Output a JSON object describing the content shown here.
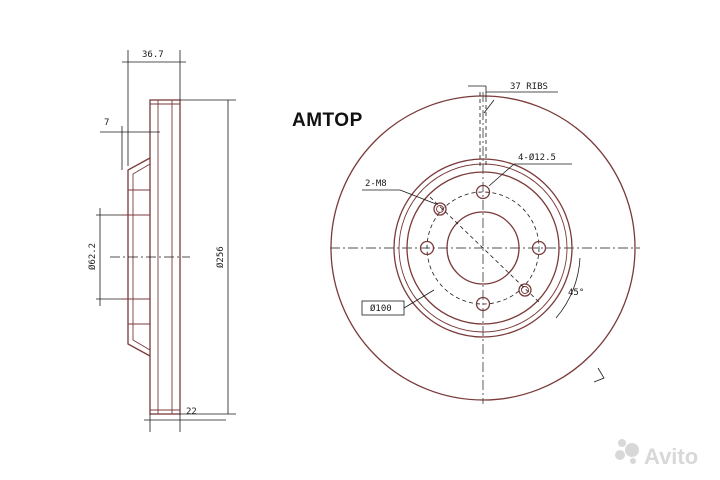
{
  "brand": "AMTOP",
  "watermark": "Avito",
  "side_view": {
    "total_thickness": "36.7",
    "hat_offset": "7",
    "center_bore": "Ø62.2",
    "outer_diameter": "Ø256",
    "disc_thickness": "22"
  },
  "front_view": {
    "ribs": "37 RIBS",
    "bolt_holes": "4-Ø12.5",
    "threaded_holes": "2-M8",
    "pcd": "Ø100",
    "angle": "45°"
  },
  "colors": {
    "outline": "#7a3a3a",
    "dimension": "#1a1a1a"
  }
}
